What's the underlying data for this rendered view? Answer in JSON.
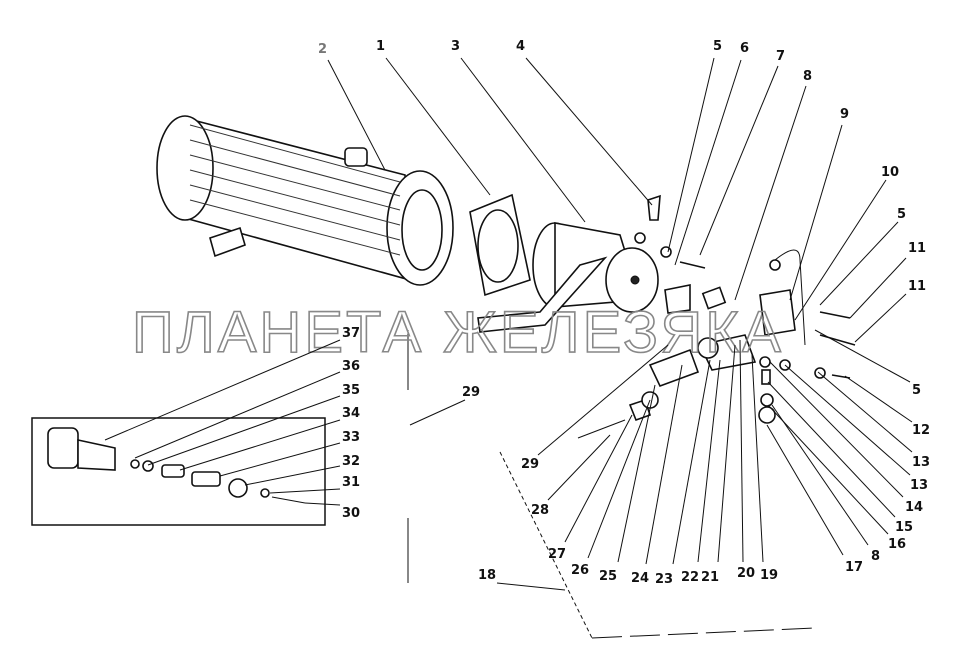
{
  "watermark": "ПЛАНЕТА ЖЕЛЕЗЯКА",
  "callouts": [
    "2",
    "1",
    "3",
    "4",
    "5",
    "6",
    "7",
    "8",
    "9",
    "10",
    "5",
    "11",
    "11",
    "5",
    "12",
    "13",
    "13",
    "14",
    "15",
    "16",
    "8",
    "17",
    "19",
    "20",
    "21",
    "22",
    "23",
    "24",
    "25",
    "26",
    "27",
    "28",
    "29",
    "29",
    "18",
    "37",
    "36",
    "35",
    "34",
    "33",
    "32",
    "31",
    "30"
  ]
}
